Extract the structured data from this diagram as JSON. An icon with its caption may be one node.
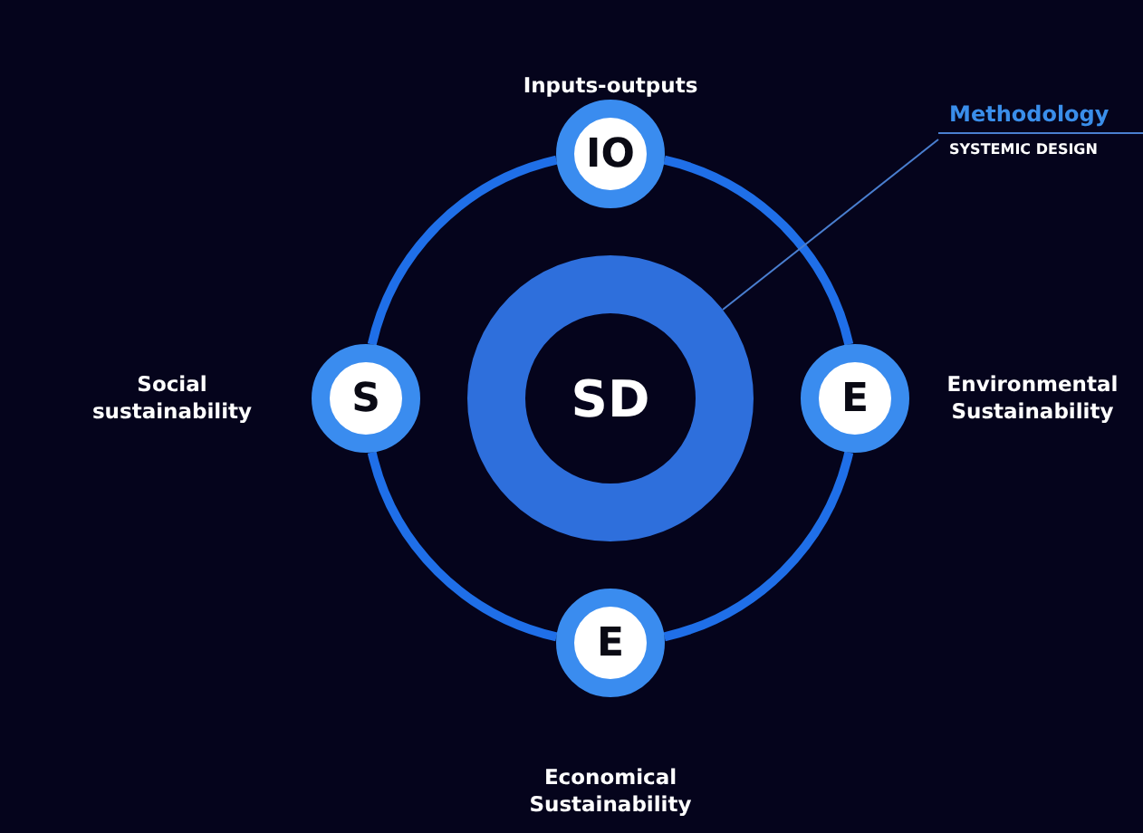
{
  "diagram": {
    "nodes": [
      {
        "text": [
          "IO"
        ],
        "beside": [
          "Inputs-outputs"
        ]
      },
      {
        "text": [
          "SD"
        ]
      },
      {
        "text": [
          "S"
        ],
        "beside": [
          "Social sustainability"
        ]
      },
      {
        "text": [
          "E"
        ],
        "beside": [
          "Environmental Sustainability"
        ]
      },
      {
        "text": [
          "E"
        ],
        "beside": [
          "Economical Sustainability"
        ]
      },
      {
        "text": [
          "Methodology",
          "SYSTEMIC DESIGN"
        ]
      }
    ],
    "edges": [
      {
        "from": 0,
        "to": 3,
        "arrow": "none"
      },
      {
        "from": 3,
        "to": 4,
        "arrow": "none"
      },
      {
        "from": 4,
        "to": 2,
        "arrow": "none"
      },
      {
        "from": 2,
        "to": 0,
        "arrow": "none"
      },
      {
        "from": 5,
        "to": 1,
        "arrow": "none"
      }
    ]
  }
}
